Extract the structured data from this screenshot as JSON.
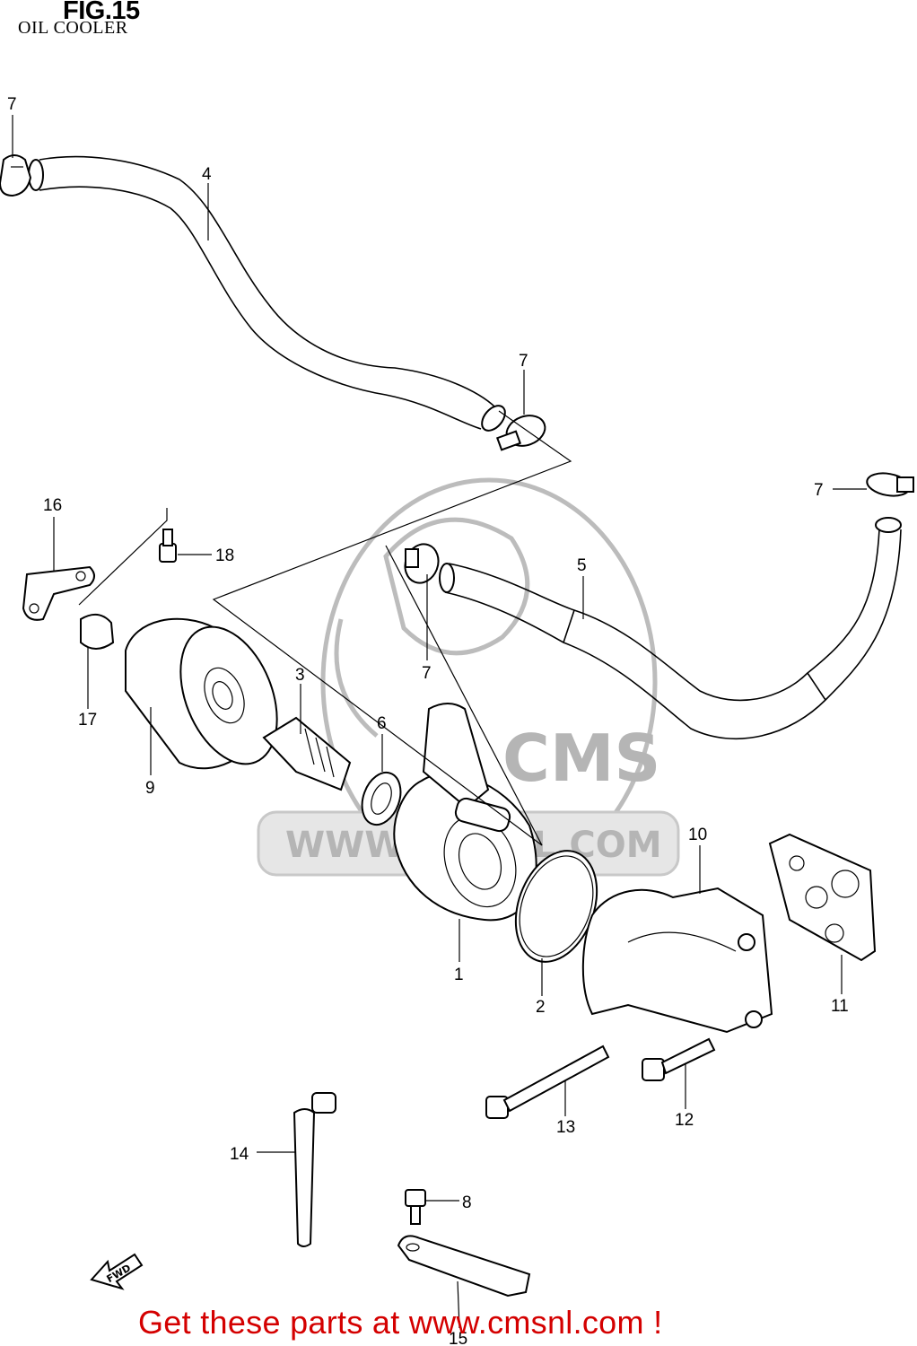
{
  "header": {
    "title": "FIG.15",
    "subtitle": "OIL COOLER"
  },
  "watermark": {
    "brand": "CMS",
    "url": "WWW.CMSNL.COM"
  },
  "direction_arrow": {
    "label": "FWD"
  },
  "callouts": {
    "c1": "1",
    "c2": "2",
    "c3": "3",
    "c4": "4",
    "c5": "5",
    "c6": "6",
    "c7a": "7",
    "c7b": "7",
    "c7c": "7",
    "c7d": "7",
    "c8": "8",
    "c9": "9",
    "c10": "10",
    "c11": "11",
    "c12": "12",
    "c13": "13",
    "c14": "14",
    "c15": "15",
    "c16": "16",
    "c17": "17",
    "c18": "18"
  },
  "footer": {
    "text": "Get these parts at www.cmsnl.com !"
  },
  "colors": {
    "footer": "#d40000",
    "watermark": "#bcbcbc",
    "lines": "#000000"
  }
}
